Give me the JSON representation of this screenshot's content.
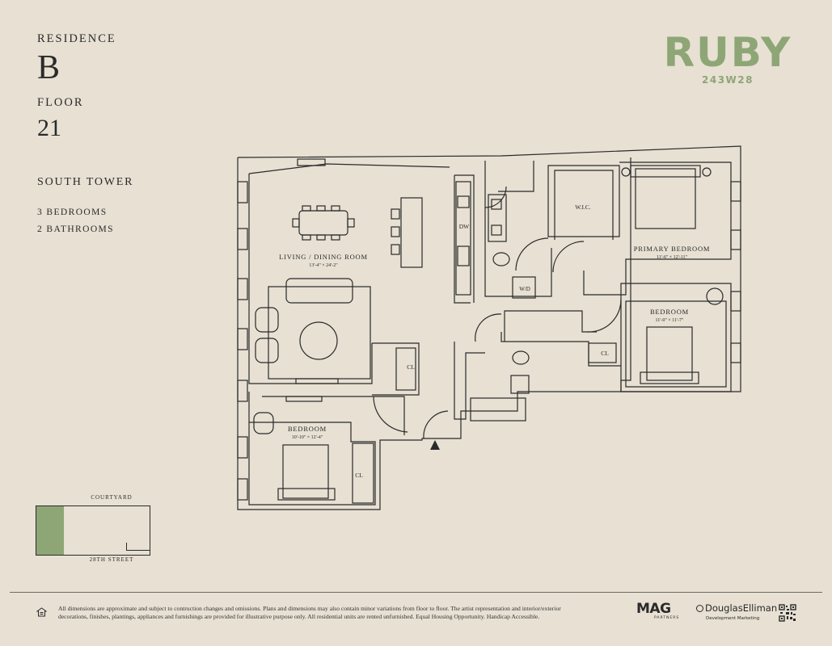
{
  "residence": {
    "label": "RESIDENCE",
    "value": "B"
  },
  "floor": {
    "label": "FLOOR",
    "value": "21"
  },
  "tower": "SOUTH TOWER",
  "bedrooms": "3 BEDROOMS",
  "bathrooms": "2 BATHROOMS",
  "brand": {
    "name": "RUBY",
    "address": "243W28",
    "color": "#8ea676"
  },
  "plan": {
    "living": {
      "name": "LIVING / DINING ROOM",
      "dims": "13'-4\" × 24'-2\""
    },
    "primary_bedroom": {
      "name": "PRIMARY BEDROOM",
      "dims": "11'-6\" × 12'-11\""
    },
    "bedroom_2": {
      "name": "BEDROOM",
      "dims": "11'-0\" × 11'-7\""
    },
    "bedroom_3": {
      "name": "BEDROOM",
      "dims": "10'-10\" × 12'-4\""
    },
    "wic": "W.I.C.",
    "dw": "DW",
    "wd": "W/D",
    "closet": "CL"
  },
  "keyplan": {
    "top": "COURTYARD",
    "bottom": "28TH STREET"
  },
  "disclaimer": "All dimensions are approximate and subject to contruction changes and omissions. Plans and dimensions may also contain minor variations from floor to floor. The artist representation and interior/exterior decorations, finishes, plantings, appliances and furnishings are provided for illustrative purpose only. All residential units are rented unfurnished. Equal Housing Opportunity. Handicap Accessible.",
  "partners": {
    "mag": "MAG",
    "mag_sub": "PARTNERS",
    "de": "DouglasElliman",
    "de_sub": "Development Marketing"
  },
  "icons": [
    "equal-housing-icon",
    "qr-code-icon",
    "entry-arrow-icon"
  ]
}
